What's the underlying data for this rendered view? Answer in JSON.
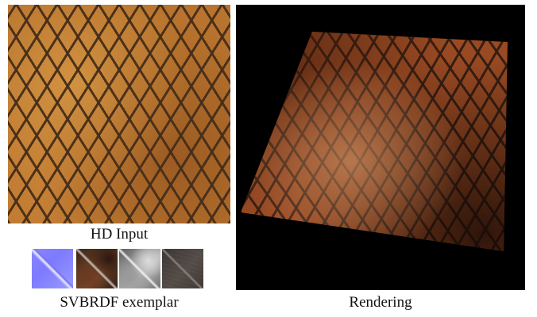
{
  "figure": {
    "hd_input": {
      "caption": "HD Input"
    },
    "svbrdf": {
      "caption": "SVBRDF exemplar",
      "maps": [
        {
          "name": "normal-map",
          "color": "#8a86ff"
        },
        {
          "name": "diffuse-map",
          "color": "#5a3420"
        },
        {
          "name": "specular-map",
          "color": "#9a9a9a"
        },
        {
          "name": "roughness-map",
          "color": "#4a433f"
        }
      ]
    },
    "rendering": {
      "caption": "Rendering",
      "background": "#000000"
    }
  }
}
